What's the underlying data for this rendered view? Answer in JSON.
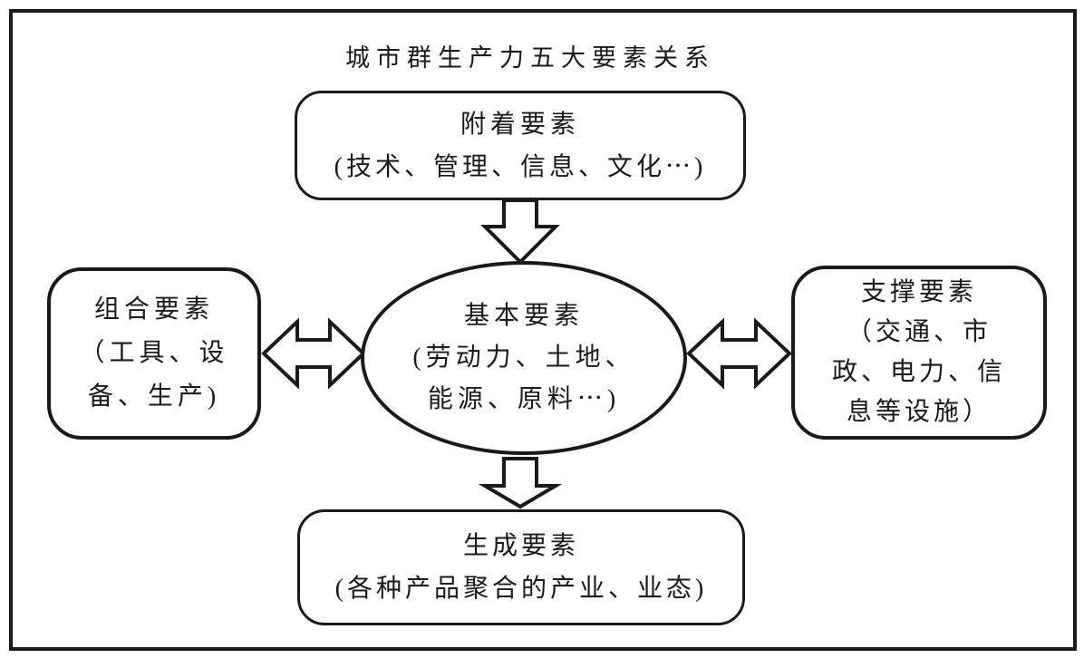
{
  "diagram": {
    "title": "城市群生产力五大要素关系",
    "colors": {
      "ink": "#1a1a1a",
      "background": "#ffffff"
    },
    "nodes": {
      "attached": {
        "id": "attached-elements",
        "lines": [
          "附着要素",
          "(技术、管理、信息、文化⋯)"
        ]
      },
      "basic": {
        "id": "basic-elements",
        "lines": [
          "基本要素",
          "(劳动力、土地、",
          "能源、原料⋯)"
        ]
      },
      "combination": {
        "id": "combination-elements",
        "lines": [
          "组合要素",
          "（工具、设",
          "备、生产)"
        ]
      },
      "support": {
        "id": "support-elements",
        "lines": [
          "支撑要素",
          "（交通、市",
          "政、电力、信",
          "息等设施）"
        ]
      },
      "generated": {
        "id": "generated-elements",
        "lines": [
          "生成要素",
          "(各种产品聚合的产业、业态)"
        ]
      }
    },
    "arrows": {
      "top": "down-arrow",
      "left": "double-horizontal-arrow",
      "right": "double-horizontal-arrow",
      "bottom": "down-arrow"
    }
  }
}
